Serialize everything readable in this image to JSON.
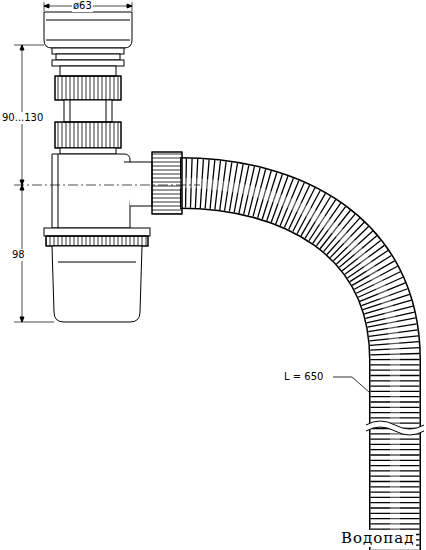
{
  "diagram": {
    "labels": [
      "ø63",
      "90...130",
      "98",
      "L = 650",
      "Водопад"
    ]
  }
}
